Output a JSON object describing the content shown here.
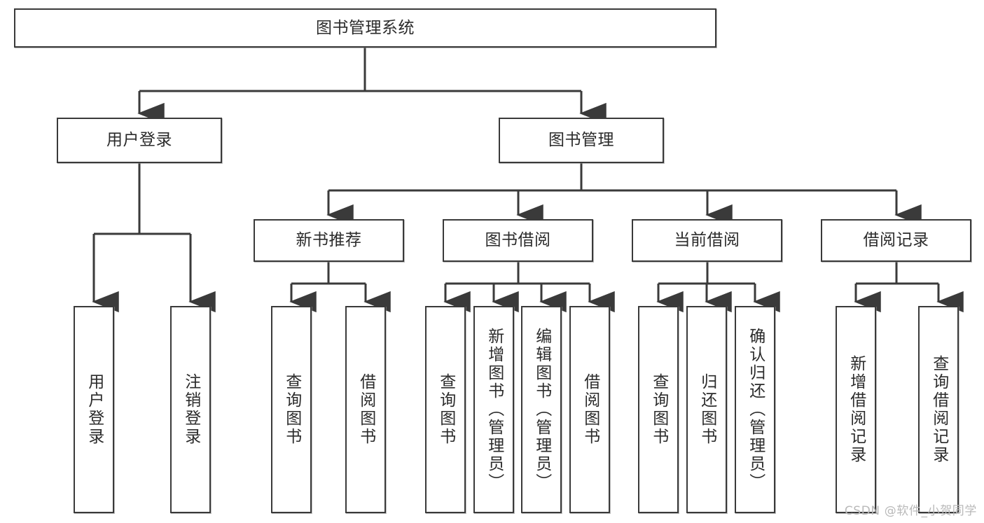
{
  "diagram": {
    "title": "图书管理系统",
    "watermark": "CSDN @软件_小贺同学",
    "line_color": "#3a3a3a",
    "text_color": "#2b2b2b",
    "background": "#ffffff",
    "nodes": {
      "root": "图书管理系统",
      "user_login": "用户登录",
      "book_manage": "图书管理",
      "new_book_rec": "新书推荐",
      "book_borrow": "图书借阅",
      "current_borrow": "当前借阅",
      "borrow_record": "借阅记录",
      "leaf_user_login": "用户登录",
      "leaf_logout": "注销登录",
      "leaf_query_book_1": "查询图书",
      "leaf_borrow_book_1": "借阅图书",
      "leaf_query_book_2": "查询图书",
      "leaf_add_book_admin": "新增图书（管理员）",
      "leaf_edit_book_admin": "编辑图书（管理员）",
      "leaf_borrow_book_2": "借阅图书",
      "leaf_query_book_3": "查询图书",
      "leaf_return_book": "归还图书",
      "leaf_confirm_return_admin": "确认归还（管理员）",
      "leaf_add_record": "新增借阅记录",
      "leaf_query_record": "查询借阅记录"
    }
  }
}
